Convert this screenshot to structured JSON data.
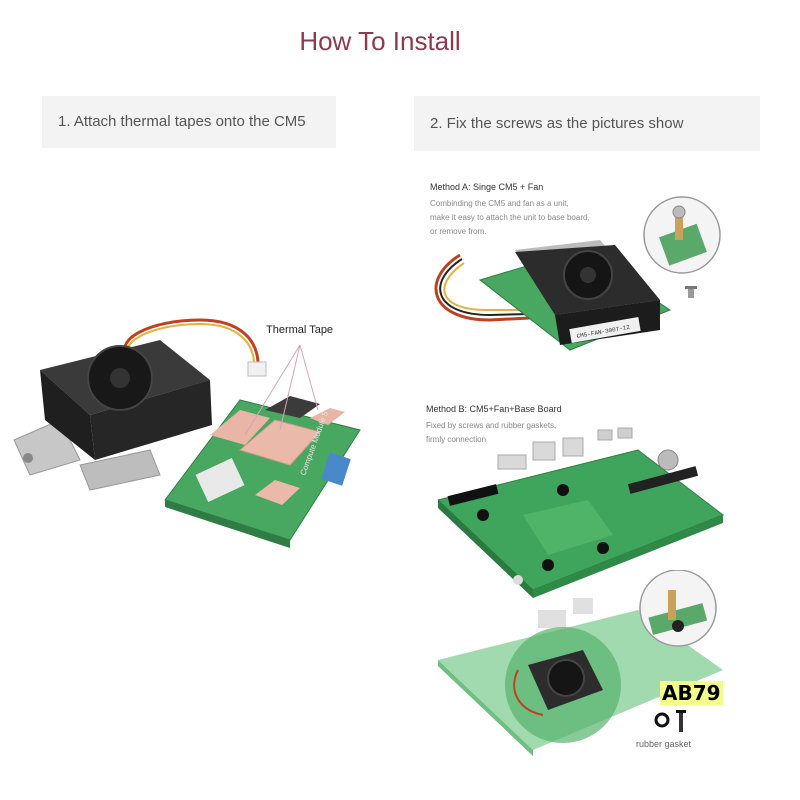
{
  "title": "How To Install",
  "step1": {
    "label": "1. Attach thermal tapes onto the CM5"
  },
  "step2": {
    "label": "2. Fix the screws as the pictures show"
  },
  "method_a": {
    "title": "Method A: Singe CM5 + Fan",
    "desc_lines": [
      "Combinding the CM5 and fan as a unit,",
      "make it easy to attach the unit to base board,",
      "or remove from."
    ],
    "chip_text": "CM5-FAN-3007-12"
  },
  "method_b": {
    "title": "Method B: CM5+Fan+Base Board",
    "desc_lines": [
      "Fixed by screws and rubber gaskets,",
      "firmly connection"
    ]
  },
  "thermal_tape_label": "Thermal Tape",
  "module_text": "Compute Module 5",
  "gasket_label": "rubber gasket",
  "watermark": "AB79",
  "colors": {
    "title": "#8e3a4e",
    "board_green": "#3fa55c",
    "pad": "#e8b5a6",
    "heatsink": "#2a2a2a"
  }
}
